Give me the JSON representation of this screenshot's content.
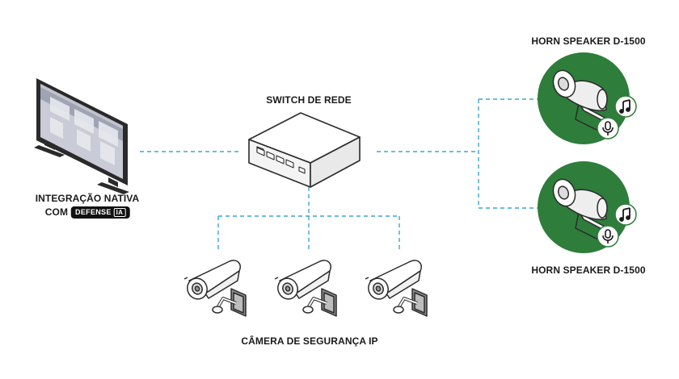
{
  "labels": {
    "switch": "SWITCH DE REDE",
    "speaker_top": "HORN SPEAKER D-1500",
    "speaker_bottom": "HORN SPEAKER D-1500",
    "monitor_line1": "INTEGRAÇÃO NATIVA",
    "monitor_line2": "COM",
    "brand_name": "DEFENSE",
    "brand_suffix": "IA",
    "cameras": "CÂMERA DE SEGURANÇA IP"
  },
  "colors": {
    "connector": "#3aa7cf",
    "speaker_green": "#2e7d3b",
    "device_outline": "#2b2b2b",
    "device_fill": "#f4f4f4",
    "brand_bg": "#111111"
  },
  "icons": {
    "speaker_music": "music-note-icon",
    "speaker_mic": "microphone-icon"
  }
}
